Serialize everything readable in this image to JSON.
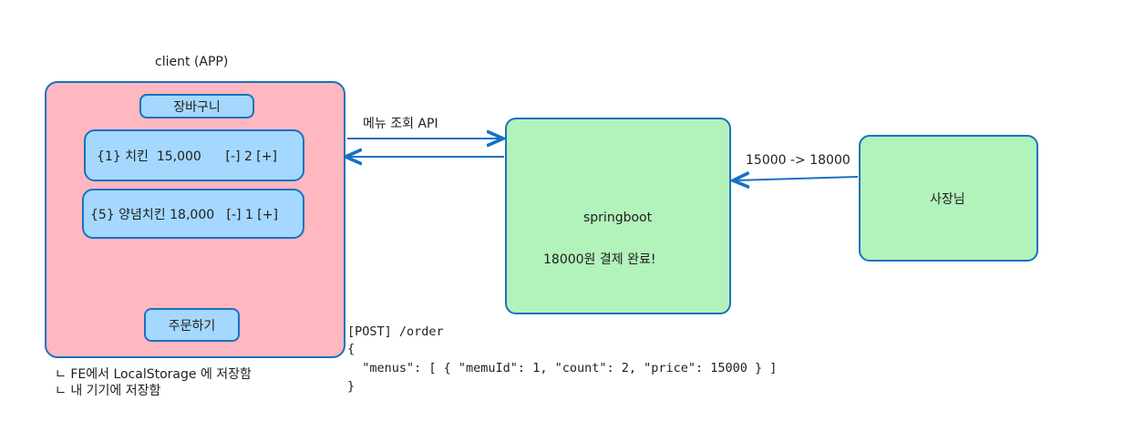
{
  "client": {
    "title": "client (APP)",
    "cart_label": "장바구니",
    "items": [
      {
        "text": "{1} 치킨  15,000      [-] 2 [+]"
      },
      {
        "text": "{5} 양념치킨 18,000   [-] 1 [+]"
      }
    ],
    "order_button": "주문하기",
    "notes": [
      "ㄴ FE에서 LocalStorage 에 저장함",
      "ㄴ 내 기기에 저장함"
    ]
  },
  "server": {
    "title": "springboot",
    "status": "18000원 결제 완료!"
  },
  "owner": {
    "title": "사장님"
  },
  "arrows": {
    "menu_api": "메뉴 조회 API",
    "price_change": "15000 -> 18000"
  },
  "request": {
    "line1": "[POST] /order",
    "line2": "{",
    "line3": "  \"menus\": [ { \"memuId\": 1, \"count\": 2, \"price\": 15000 } ]",
    "line4": "}"
  },
  "colors": {
    "stroke": "#1971c2",
    "client_fill": "#ffb7c0",
    "item_fill": "#a5d8ff",
    "server_fill": "#b2f2bb"
  }
}
